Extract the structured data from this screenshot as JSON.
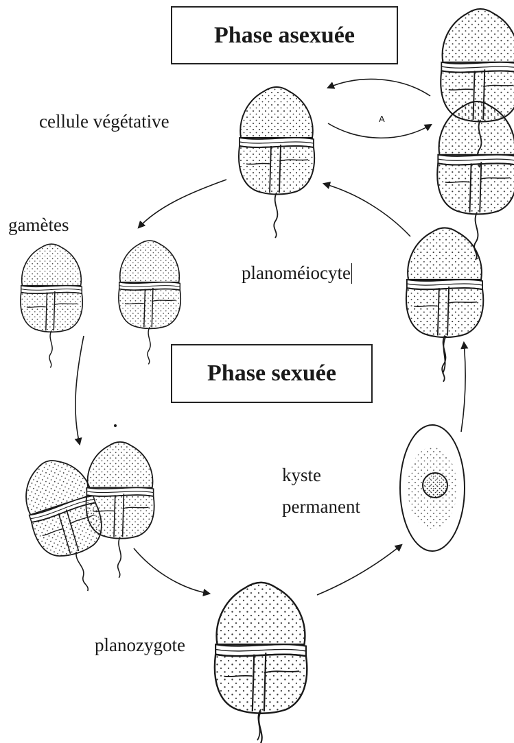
{
  "phases": {
    "asexual": "Phase asexuée",
    "sexual": "Phase sexuée"
  },
  "labels": {
    "vegetative_cell": "cellule végétative",
    "gametes": "gamètes",
    "planomeiocyte": "planoméiocyte",
    "resting_cyst_line1": "kyste",
    "resting_cyst_line2": "permanent",
    "planozygote": "planozygote",
    "division_marker": "A"
  },
  "colors": {
    "ink": "#1a1a1a",
    "background": "#ffffff"
  },
  "icons": [
    "dinoflagellate-cell-icon",
    "cyst-icon",
    "arrow-icon"
  ]
}
